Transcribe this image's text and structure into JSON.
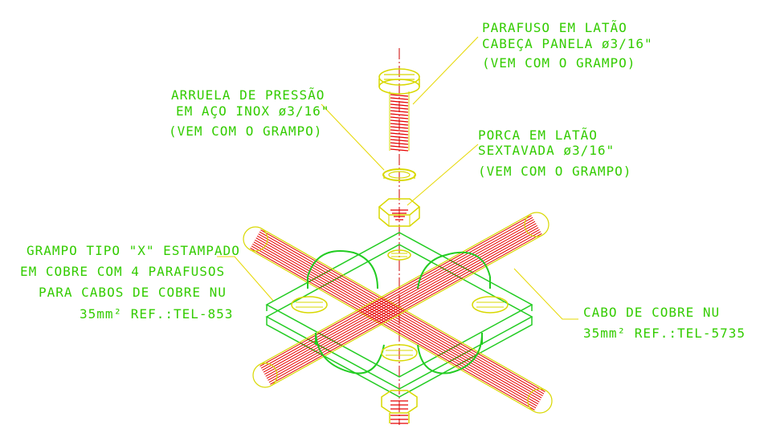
{
  "colors": {
    "background": "#ffffff",
    "text": "#33cc00",
    "leader": "#e6d800",
    "metal": "#d8d800",
    "clamp": "#22cc22",
    "cable": "#e60000",
    "axis": "#cc0000"
  },
  "labels": {
    "screw": [
      "PARAFUSO EM LATÃO",
      "CABEÇA PANELA ø3/16\"",
      "(VEM COM O GRAMPO)"
    ],
    "washer": [
      "ARRUELA DE PRESSÃO",
      "EM AÇO INOX ø3/16\"",
      "(VEM COM O GRAMPO)"
    ],
    "nut": [
      "PORCA EM LATÃO",
      "SEXTAVADA ø3/16\"",
      "(VEM COM O GRAMPO)"
    ],
    "clamp": [
      "GRAMPO TIPO \"X\" ESTAMPADO",
      "EM COBRE COM 4 PARAFUSOS",
      "PARA CABOS DE COBRE NU",
      "35mm² REF.:TEL-853"
    ],
    "cable": [
      "CABO DE COBRE NU",
      "35mm² REF.:TEL-5735"
    ]
  }
}
